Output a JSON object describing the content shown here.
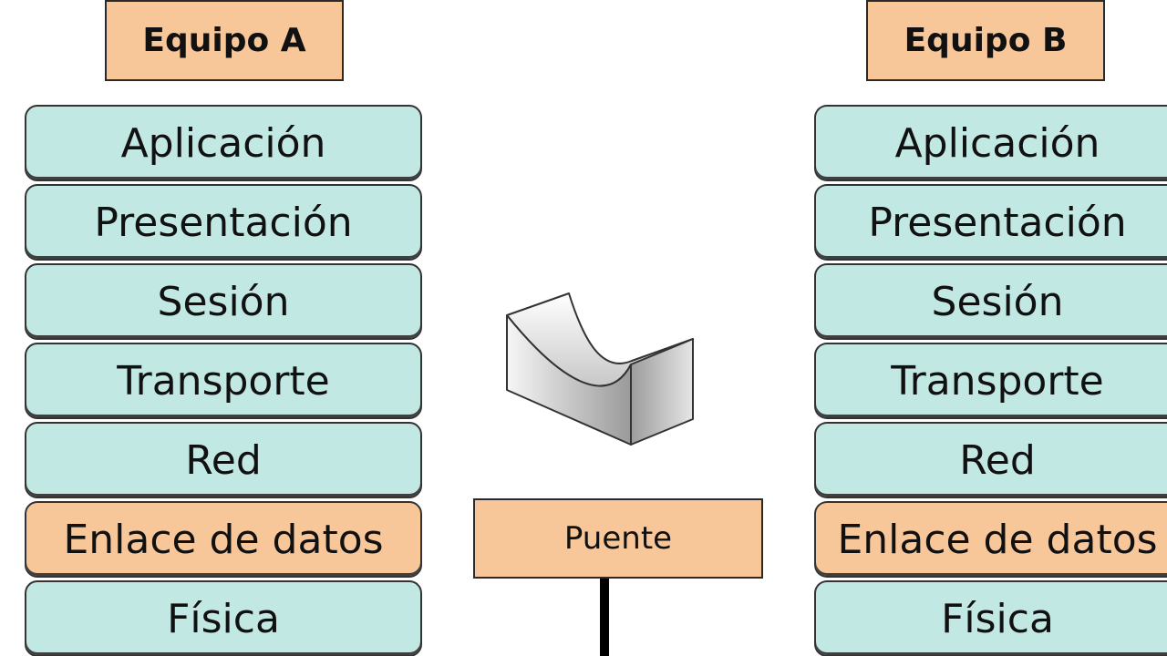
{
  "host_a": {
    "title": "Equipo A",
    "layers": [
      {
        "label": "Aplicación",
        "highlight": false
      },
      {
        "label": "Presentación",
        "highlight": false
      },
      {
        "label": "Sesión",
        "highlight": false
      },
      {
        "label": "Transporte",
        "highlight": false
      },
      {
        "label": "Red",
        "highlight": false
      },
      {
        "label": "Enlace de datos",
        "highlight": true
      },
      {
        "label": "Física",
        "highlight": false
      }
    ]
  },
  "host_b": {
    "title": "Equipo B",
    "layers": [
      {
        "label": "Aplicación",
        "highlight": false
      },
      {
        "label": "Presentación",
        "highlight": false
      },
      {
        "label": "Sesión",
        "highlight": false
      },
      {
        "label": "Transporte",
        "highlight": false
      },
      {
        "label": "Red",
        "highlight": false
      },
      {
        "label": "Enlace de datos",
        "highlight": true
      },
      {
        "label": "Física",
        "highlight": false
      }
    ]
  },
  "bridge": {
    "label": "Puente",
    "icon": "bridge-icon"
  },
  "colors": {
    "layer_fill": "#c2e8e4",
    "highlight_fill": "#f7c79a",
    "border": "#333333",
    "link_line": "#000000"
  }
}
